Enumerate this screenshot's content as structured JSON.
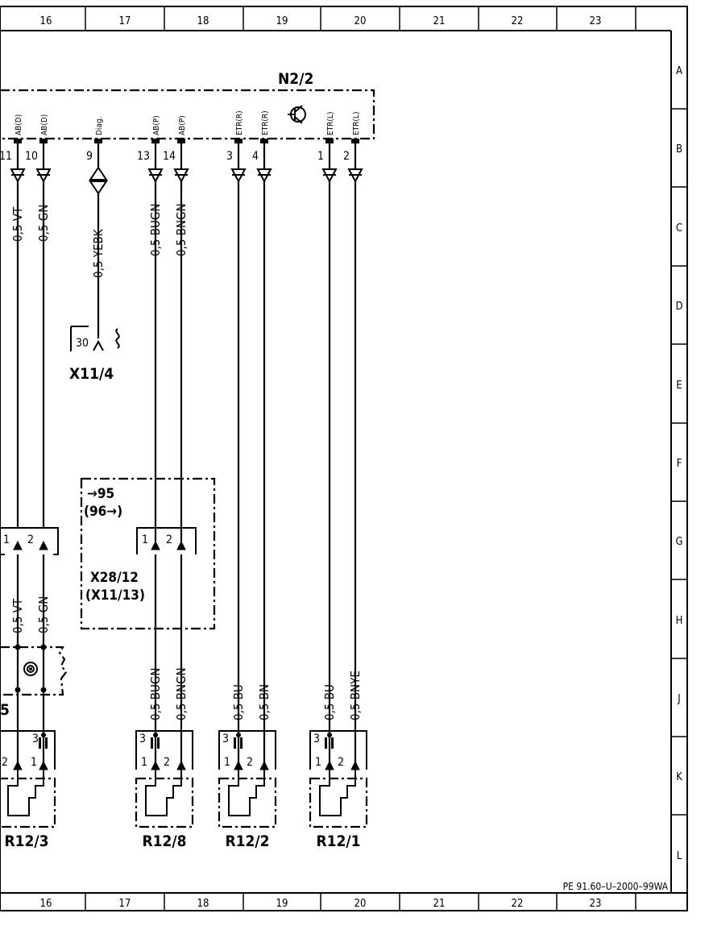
{
  "grid": {
    "columns": [
      "16",
      "17",
      "18",
      "19",
      "20",
      "21",
      "22",
      "23"
    ],
    "rows": [
      "A",
      "B",
      "C",
      "D",
      "E",
      "F",
      "G",
      "H",
      "J",
      "K",
      "L"
    ]
  },
  "components": {
    "n22": {
      "label": "N2/2",
      "pins": [
        {
          "num": "11",
          "sig": "AB(D)"
        },
        {
          "num": "10",
          "sig": "AB(D)"
        },
        {
          "num": "9",
          "sig": "Diag."
        },
        {
          "num": "13",
          "sig": "AB(P)"
        },
        {
          "num": "14",
          "sig": "AB(P)"
        },
        {
          "num": "3",
          "sig": "ETR(R)"
        },
        {
          "num": "4",
          "sig": "ETR(R)"
        },
        {
          "num": "1",
          "sig": "ETR(L)"
        },
        {
          "num": "2",
          "sig": "ETR(L)"
        }
      ]
    },
    "x114": {
      "label": "X11/4",
      "pin": "30"
    },
    "x2812": {
      "label": "X28/12",
      "alt_label": "(X11/13)",
      "ref_to": "→95",
      "ref_from": "(96→)",
      "pins": [
        "1",
        "2"
      ]
    },
    "left_connector": {
      "pins": [
        "1",
        "2"
      ]
    },
    "left_partial_label": "5",
    "r123": {
      "label": "R12/3",
      "pins": [
        "2",
        "1",
        "3"
      ]
    },
    "r128": {
      "label": "R12/8",
      "pins": [
        "3",
        "1",
        "2"
      ]
    },
    "r122": {
      "label": "R12/2",
      "pins": [
        "3",
        "1",
        "2"
      ]
    },
    "r121": {
      "label": "R12/1",
      "pins": [
        "3",
        "1",
        "2"
      ]
    }
  },
  "wires": [
    {
      "id": "vt-top",
      "label": "0,5 VT"
    },
    {
      "id": "gn-top",
      "label": "0,5 GN"
    },
    {
      "id": "yebk",
      "label": "0,5 YEBK"
    },
    {
      "id": "bugn-top",
      "label": "0,5 BUGN"
    },
    {
      "id": "bngn-top",
      "label": "0,5 BNGN"
    },
    {
      "id": "vt-mid",
      "label": "0,5 VT"
    },
    {
      "id": "gn-mid",
      "label": "0,5 GN"
    },
    {
      "id": "bugn-bot",
      "label": "0,5 BUGN"
    },
    {
      "id": "bngn-bot",
      "label": "0,5 BNGN"
    },
    {
      "id": "bu-19",
      "label": "0,5 BU"
    },
    {
      "id": "bn-19",
      "label": "0,5 BN"
    },
    {
      "id": "bu-20",
      "label": "0,5 BU"
    },
    {
      "id": "bnye-20",
      "label": "0,5 BNYE"
    }
  ],
  "document_ref": "PE 91.60–U–2000–99WA"
}
